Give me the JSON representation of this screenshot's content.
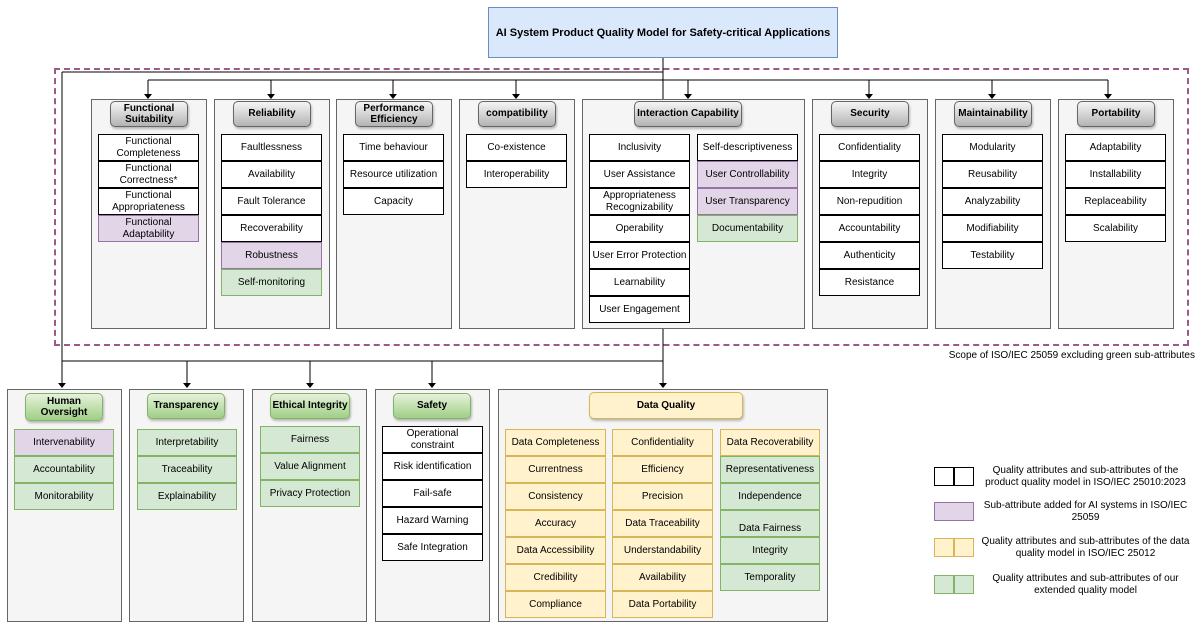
{
  "title": "AI System Product Quality Model for Safety-critical Applications",
  "scope_label": "Scope of ISO/IEC 25059 excluding green sub-attributes",
  "product_attributes": [
    {
      "name": "Functional Suitability",
      "items": [
        {
          "label": "Functional Completeness",
          "kind": "white"
        },
        {
          "label": "Functional Correctness*",
          "kind": "white"
        },
        {
          "label": "Functional Appropriateness",
          "kind": "white"
        },
        {
          "label": "Functional Adaptability",
          "kind": "purple"
        }
      ]
    },
    {
      "name": "Reliability",
      "items": [
        {
          "label": "Faultlessness",
          "kind": "white"
        },
        {
          "label": "Availability",
          "kind": "white"
        },
        {
          "label": "Fault Tolerance",
          "kind": "white"
        },
        {
          "label": "Recoverability",
          "kind": "white"
        },
        {
          "label": "Robustness",
          "kind": "purple"
        },
        {
          "label": "Self-monitoring",
          "kind": "green"
        }
      ]
    },
    {
      "name": "Performance Efficiency",
      "items": [
        {
          "label": "Time behaviour",
          "kind": "white"
        },
        {
          "label": "Resource utilization",
          "kind": "white"
        },
        {
          "label": "Capacity",
          "kind": "white"
        }
      ]
    },
    {
      "name": "compatibility",
      "items": [
        {
          "label": "Co-existence",
          "kind": "white"
        },
        {
          "label": "Interoperability",
          "kind": "white"
        }
      ]
    },
    {
      "name": "Interaction Capability",
      "items_left": [
        {
          "label": "Inclusivity",
          "kind": "white"
        },
        {
          "label": "User Assistance",
          "kind": "white"
        },
        {
          "label": "Appropriateness Recognizability",
          "kind": "white"
        },
        {
          "label": "Operability",
          "kind": "white"
        },
        {
          "label": "User Error Protection",
          "kind": "white"
        },
        {
          "label": "Learnability",
          "kind": "white"
        },
        {
          "label": "User Engagement",
          "kind": "white"
        }
      ],
      "items_right": [
        {
          "label": "Self-descriptiveness",
          "kind": "white"
        },
        {
          "label": "User Controllability",
          "kind": "purple"
        },
        {
          "label": "User Transparency",
          "kind": "purple"
        },
        {
          "label": "Documentability",
          "kind": "green"
        }
      ]
    },
    {
      "name": "Security",
      "items": [
        {
          "label": "Confidentiality",
          "kind": "white"
        },
        {
          "label": "Integrity",
          "kind": "white"
        },
        {
          "label": "Non-repudition",
          "kind": "white"
        },
        {
          "label": "Accountability",
          "kind": "white"
        },
        {
          "label": "Authenticity",
          "kind": "white"
        },
        {
          "label": "Resistance",
          "kind": "white"
        }
      ]
    },
    {
      "name": "Maintainability",
      "items": [
        {
          "label": "Modularity",
          "kind": "white"
        },
        {
          "label": "Reusability",
          "kind": "white"
        },
        {
          "label": "Analyzability",
          "kind": "white"
        },
        {
          "label": "Modifiability",
          "kind": "white"
        },
        {
          "label": "Testability",
          "kind": "white"
        }
      ]
    },
    {
      "name": "Portability",
      "items": [
        {
          "label": "Adaptability",
          "kind": "white"
        },
        {
          "label": "Installability",
          "kind": "white"
        },
        {
          "label": "Replaceability",
          "kind": "white"
        },
        {
          "label": "Scalability",
          "kind": "white"
        }
      ]
    }
  ],
  "extended_attributes": [
    {
      "name": "Human Oversight",
      "items": [
        {
          "label": "Intervenability",
          "kind": "purple-green"
        },
        {
          "label": "Accountability",
          "kind": "green"
        },
        {
          "label": "Monitorability",
          "kind": "green"
        }
      ]
    },
    {
      "name": "Transparency",
      "items": [
        {
          "label": "Interpretability",
          "kind": "green"
        },
        {
          "label": "Traceability",
          "kind": "green"
        },
        {
          "label": "Explainability",
          "kind": "green"
        }
      ]
    },
    {
      "name": "Ethical Integrity",
      "items": [
        {
          "label": "Fairness",
          "kind": "green"
        },
        {
          "label": "Value Alignment",
          "kind": "green"
        },
        {
          "label": "Privacy Protection",
          "kind": "green"
        }
      ]
    },
    {
      "name": "Safety",
      "items": [
        {
          "label": "Operational constraint",
          "kind": "white"
        },
        {
          "label": "Risk identification",
          "kind": "white"
        },
        {
          "label": "Fail-safe",
          "kind": "white"
        },
        {
          "label": "Hazard Warning",
          "kind": "white"
        },
        {
          "label": "Safe Integration",
          "kind": "white"
        }
      ]
    }
  ],
  "data_quality": {
    "name": "Data Quality",
    "col1": [
      {
        "label": "Data Completeness",
        "kind": "yellow"
      },
      {
        "label": "Currentness",
        "kind": "yellow"
      },
      {
        "label": "Consistency",
        "kind": "yellow"
      },
      {
        "label": "Accuracy",
        "kind": "yellow"
      },
      {
        "label": "Data Accessibility",
        "kind": "yellow"
      },
      {
        "label": "Credibility",
        "kind": "yellow"
      },
      {
        "label": "Compliance",
        "kind": "yellow"
      }
    ],
    "col2": [
      {
        "label": "Confidentiality",
        "kind": "yellow"
      },
      {
        "label": "Efficiency",
        "kind": "yellow"
      },
      {
        "label": "Precision",
        "kind": "yellow"
      },
      {
        "label": "Data Traceability",
        "kind": "yellow"
      },
      {
        "label": "Understandability",
        "kind": "yellow"
      },
      {
        "label": "Availability",
        "kind": "yellow"
      },
      {
        "label": "Data Portability",
        "kind": "yellow"
      }
    ],
    "col3": [
      {
        "label": "Data Recoverability",
        "kind": "yellow"
      },
      {
        "label": "Representativeness",
        "kind": "green"
      },
      {
        "label": "Independence",
        "kind": "green"
      },
      {
        "label": "Data Fairness",
        "kind": "green"
      },
      {
        "label": "Integrity",
        "kind": "green"
      },
      {
        "label": "Temporality",
        "kind": "green"
      }
    ]
  },
  "legend": [
    {
      "text": "Quality attributes and sub-attributes of the product quality model in ISO/IEC 25010:2023",
      "color": "#ffffff",
      "split": true
    },
    {
      "text": "Sub-attribute added for AI systems in ISO/IEC 25059",
      "color": "#e1d5e7",
      "split": false
    },
    {
      "text": "Quality attributes and sub-attributes of the data quality model in ISO/IEC 25012",
      "color": "#fff2cc",
      "split": true
    },
    {
      "text": "Quality attributes and sub-attributes of our extended quality model",
      "color": "#d5e8d4",
      "split": true
    }
  ]
}
